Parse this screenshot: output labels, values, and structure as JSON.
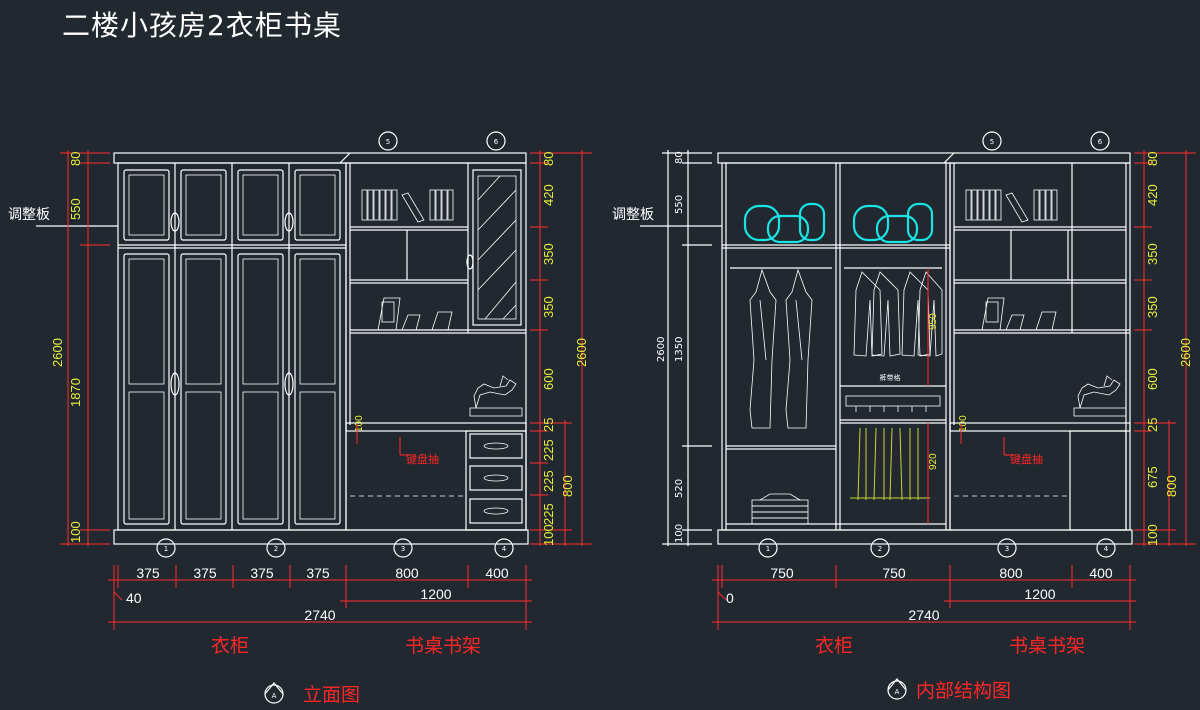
{
  "title": "二楼小孩房2衣柜书桌",
  "left_view": {
    "label_adjust": "调整板",
    "caption": "立面图",
    "section_marker": "A",
    "label_wardrobe": "衣柜",
    "label_desk": "书桌书架",
    "label_keyboard": "键盘抽",
    "callouts": [
      "1",
      "2",
      "3",
      "4",
      "5",
      "6"
    ],
    "left_dims": [
      "80",
      "550",
      "1870",
      "100"
    ],
    "overall_height": "2600",
    "right_dims": [
      "80",
      "420",
      "350",
      "350",
      "600",
      "25",
      "225",
      "225",
      "225",
      "100"
    ],
    "desk_height": "800",
    "inner_dim": "100",
    "bottom_dims": [
      "375",
      "375",
      "375",
      "375",
      "800",
      "400"
    ],
    "sub_total": "1200",
    "offset": "40",
    "total": "2740"
  },
  "right_view": {
    "label_adjust": "调整板",
    "caption": "内部结构图",
    "section_marker": "A",
    "label_wardrobe": "衣柜",
    "label_desk": "书桌书架",
    "label_keyboard": "键盘抽",
    "label_pant_rack": "裤带格",
    "callouts": [
      "1",
      "2",
      "3",
      "4",
      "5",
      "6"
    ],
    "left_dims": [
      "80",
      "550",
      "1350",
      "520",
      "100"
    ],
    "overall_height": "2600",
    "inner_dims": [
      "950",
      "920"
    ],
    "right_dims": [
      "80",
      "420",
      "350",
      "350",
      "600",
      "25",
      "675",
      "100"
    ],
    "desk_height": "800",
    "inner_dim": "100",
    "bottom_dims": [
      "750",
      "750",
      "800",
      "400"
    ],
    "sub_total": "1200",
    "offset": "0",
    "total": "2740"
  },
  "colors": {
    "background": "#212830",
    "linework": "#ffffff",
    "dimension": "#ff2b2b",
    "dimension_text": "#e9ef3a",
    "accent_cyan": "#19e3e3"
  }
}
